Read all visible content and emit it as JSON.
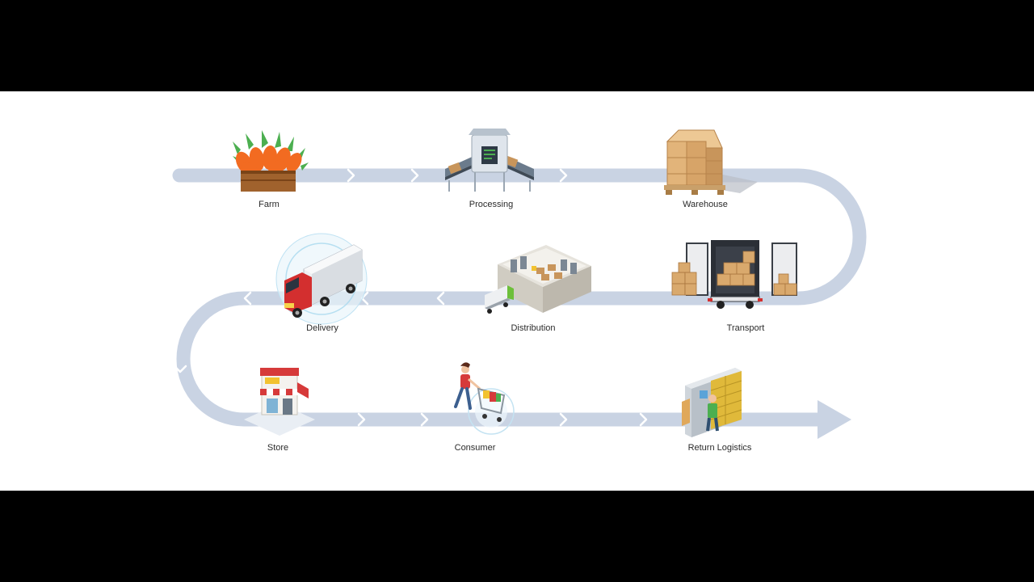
{
  "colors": {
    "letterbox": "#000000",
    "canvas": "#ffffff",
    "path": "#c9d3e3",
    "chevron": "#ffffff",
    "label": "#2b2b2b"
  },
  "stages": [
    {
      "id": "farm",
      "label": "Farm",
      "icon": "carrot-crate-icon"
    },
    {
      "id": "processing",
      "label": "Processing",
      "icon": "conveyor-machine-icon"
    },
    {
      "id": "warehouse",
      "label": "Warehouse",
      "icon": "pallet-boxes-icon"
    },
    {
      "id": "transport",
      "label": "Transport",
      "icon": "truck-trailer-boxes-icon"
    },
    {
      "id": "distribution",
      "label": "Distribution",
      "icon": "distribution-center-icon"
    },
    {
      "id": "delivery",
      "label": "Delivery",
      "icon": "delivery-truck-icon"
    },
    {
      "id": "store",
      "label": "Store",
      "icon": "shop-icon"
    },
    {
      "id": "consumer",
      "label": "Consumer",
      "icon": "shopper-cart-icon"
    },
    {
      "id": "return",
      "label": "Return Logistics",
      "icon": "parcel-locker-icon"
    }
  ]
}
